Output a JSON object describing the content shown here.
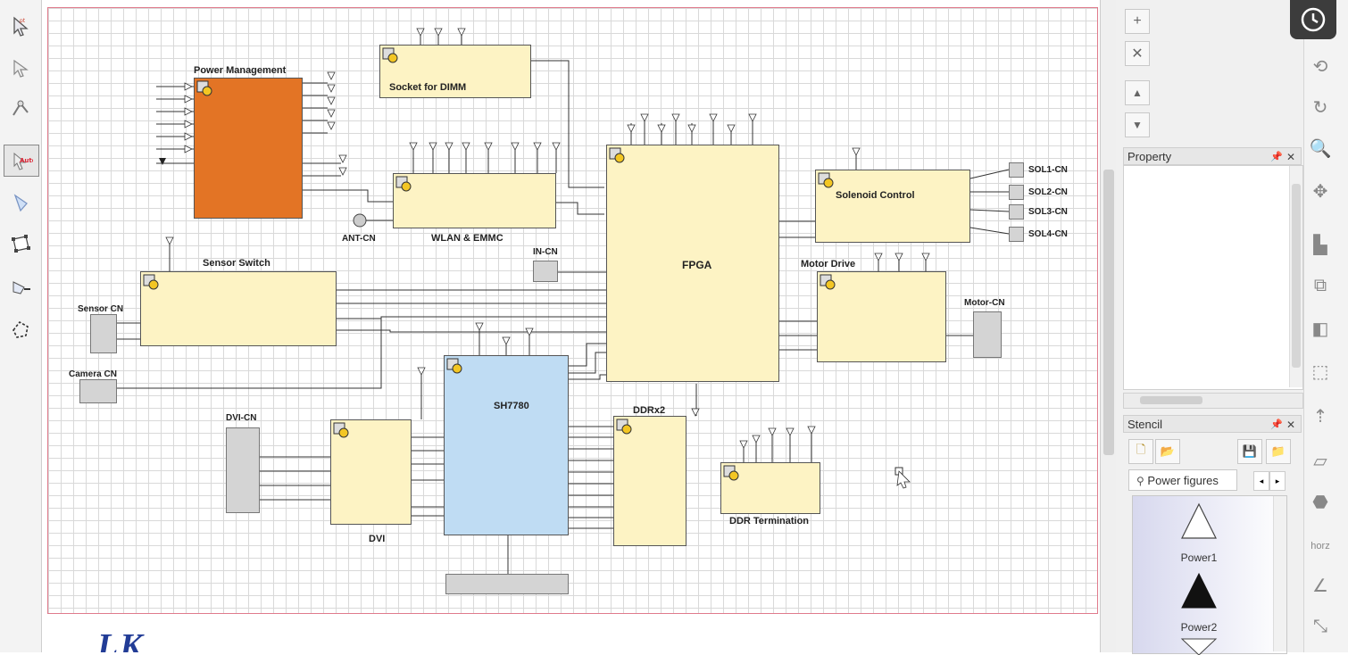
{
  "left_toolbar": {
    "tools": [
      "pointer-tool",
      "pan-tool",
      "connector-tool",
      "auto-tool",
      "shape-tool",
      "polygon-tool",
      "line-tool",
      "freeform-tool"
    ]
  },
  "diagram": {
    "blocks": {
      "power": "Power Management",
      "dimm": "Socket for DIMM",
      "wlan": "WLAN & EMMC",
      "fpga": "FPGA",
      "solenoid": "Solenoid Control",
      "motor": "Motor Drive",
      "sensor_switch": "Sensor Switch",
      "sh": "SH7780",
      "ddr": "DDRx2",
      "ddr_term": "DDR Termination",
      "dvi": "DVI"
    },
    "connectors": {
      "ant": "ANT-CN",
      "in": "IN-CN",
      "sensor": "Sensor CN",
      "camera": "Camera CN",
      "dvi": "DVI-CN",
      "motor": "Motor-CN",
      "sol1": "SOL1-CN",
      "sol2": "SOL2-CN",
      "sol3": "SOL3-CN",
      "sol4": "SOL4-CN"
    }
  },
  "right_panel": {
    "property_title": "Property",
    "stencil_title": "Stencil",
    "stencil_tab": "Power figures",
    "figures": [
      "Power1",
      "Power2"
    ]
  },
  "logo_text": "LK",
  "colors": {
    "orange_block": "#e37425",
    "cream_block": "#fdf3c4",
    "blue_block": "#bfdcf3",
    "grey_connector": "#d4d4d4",
    "border_red": "#e07b8c"
  }
}
